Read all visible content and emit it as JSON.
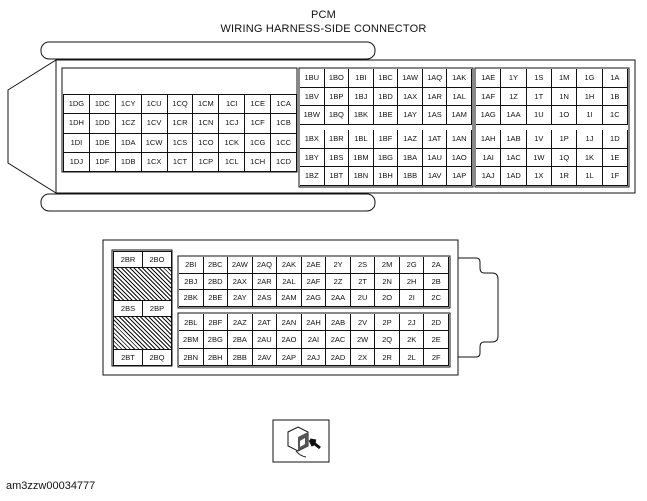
{
  "title": "PCM",
  "subtitle": "WIRING HARNESS-SIDE CONNECTOR",
  "figure_code": "am3zzw00034777",
  "icon": "connector-view-arrow-icon",
  "connector1": {
    "left_block": [
      [
        "1DG",
        "1DC",
        "1CY",
        "1CU",
        "1CQ",
        "1CM",
        "1CI",
        "1CE",
        "1CA"
      ],
      [
        "1DH",
        "1DD",
        "1CZ",
        "1CV",
        "1CR",
        "1CN",
        "1CJ",
        "1CF",
        "1CB"
      ],
      [
        "1DI",
        "1DE",
        "1DA",
        "1CW",
        "1CS",
        "1CO",
        "1CK",
        "1CG",
        "1CC"
      ],
      [
        "1DJ",
        "1DF",
        "1DB",
        "1CX",
        "1CT",
        "1CP",
        "1CL",
        "1CH",
        "1CD"
      ]
    ],
    "middle_block": [
      [
        "1BU",
        "1BO",
        "1BI",
        "1BC",
        "1AW",
        "1AQ",
        "1AK"
      ],
      [
        "1BV",
        "1BP",
        "1BJ",
        "1BD",
        "1AX",
        "1AR",
        "1AL"
      ],
      [
        "1BW",
        "1BQ",
        "1BK",
        "1BE",
        "1AY",
        "1AS",
        "1AM"
      ],
      [
        "1BX",
        "1BR",
        "1BL",
        "1BF",
        "1AZ",
        "1AT",
        "1AN"
      ],
      [
        "1BY",
        "1BS",
        "1BM",
        "1BG",
        "1BA",
        "1AU",
        "1AO"
      ],
      [
        "1BZ",
        "1BT",
        "1BN",
        "1BH",
        "1BB",
        "1AV",
        "1AP"
      ]
    ],
    "right_block": [
      [
        "1AE",
        "1Y",
        "1S",
        "1M",
        "1G",
        "1A"
      ],
      [
        "1AF",
        "1Z",
        "1T",
        "1N",
        "1H",
        "1B"
      ],
      [
        "1AG",
        "1AA",
        "1U",
        "1O",
        "1I",
        "1C"
      ],
      [
        "1AH",
        "1AB",
        "1V",
        "1P",
        "1J",
        "1D"
      ],
      [
        "1AI",
        "1AC",
        "1W",
        "1Q",
        "1K",
        "1E"
      ],
      [
        "1AJ",
        "1AD",
        "1X",
        "1R",
        "1L",
        "1F"
      ]
    ]
  },
  "connector2": {
    "left_block": [
      [
        "2BR",
        "2BO"
      ],
      [
        "2BS",
        "2BP"
      ],
      [
        "2BT",
        "2BQ"
      ]
    ],
    "right_block": [
      [
        "2BI",
        "2BC",
        "2AW",
        "2AQ",
        "2AK",
        "2AE",
        "2Y",
        "2S",
        "2M",
        "2G",
        "2A"
      ],
      [
        "2BJ",
        "2BD",
        "2AX",
        "2AR",
        "2AL",
        "2AF",
        "2Z",
        "2T",
        "2N",
        "2H",
        "2B"
      ],
      [
        "2BK",
        "2BE",
        "2AY",
        "2AS",
        "2AM",
        "2AG",
        "2AA",
        "2U",
        "2O",
        "2I",
        "2C"
      ],
      [
        "2BL",
        "2BF",
        "2AZ",
        "2AT",
        "2AN",
        "2AH",
        "2AB",
        "2V",
        "2P",
        "2J",
        "2D"
      ],
      [
        "2BM",
        "2BG",
        "2BA",
        "2AU",
        "2AO",
        "2AI",
        "2AC",
        "2W",
        "2Q",
        "2K",
        "2E"
      ],
      [
        "2BN",
        "2BH",
        "2BB",
        "2AV",
        "2AP",
        "2AJ",
        "2AD",
        "2X",
        "2R",
        "2L",
        "2F"
      ]
    ]
  }
}
